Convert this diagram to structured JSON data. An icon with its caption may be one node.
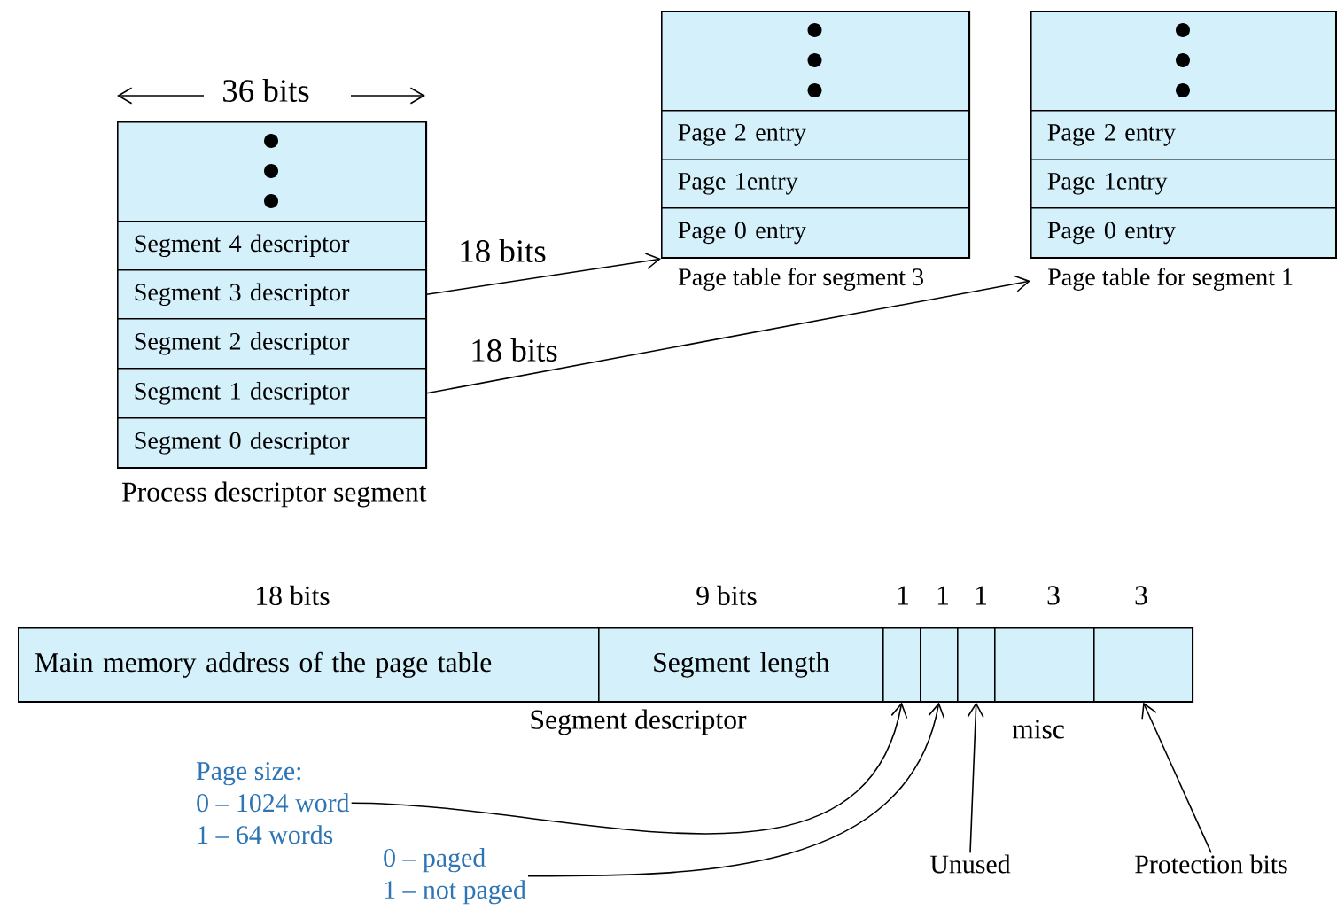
{
  "diagram": {
    "nodes": [
      {
        "text": [
          "Process descriptor segment"
        ]
      },
      {
        "text": [],
        "shape": "box",
        "in": 0
      },
      {
        "text": [
          "Segment 4 descriptor"
        ],
        "in": 0
      },
      {
        "text": [
          "Segment 3 descriptor"
        ],
        "in": 0
      },
      {
        "text": [
          "Segment 2 descriptor"
        ],
        "in": 0
      },
      {
        "text": [
          "Segment 1 descriptor"
        ],
        "in": 0
      },
      {
        "text": [
          "Segment 0 descriptor"
        ],
        "in": 0
      },
      {
        "text": [
          "Page table for segment 3"
        ]
      },
      {
        "text": [],
        "shape": "box",
        "in": 7
      },
      {
        "text": [
          "Page 2 entry"
        ],
        "in": 7
      },
      {
        "text": [
          "Page 1entry"
        ],
        "in": 7
      },
      {
        "text": [
          "Page 0 entry"
        ],
        "in": 7
      },
      {
        "text": [
          "Page table for segment 1"
        ]
      },
      {
        "text": [],
        "shape": "box",
        "in": 12
      },
      {
        "text": [
          "Page 2 entry"
        ],
        "in": 12
      },
      {
        "text": [
          "Page 1entry"
        ],
        "in": 12
      },
      {
        "text": [
          "Page 0 entry"
        ],
        "in": 12
      },
      {
        "text": [
          "Segment descriptor"
        ]
      },
      {
        "text": [
          "Main memory address of the page table"
        ],
        "in": 17,
        "beside": [
          "18 bits"
        ]
      },
      {
        "text": [
          "Segment length"
        ],
        "in": 17,
        "beside": [
          "9 bits"
        ]
      },
      {
        "text": [],
        "shape": "box",
        "in": 17,
        "beside": [
          "1"
        ]
      },
      {
        "text": [],
        "shape": "box",
        "in": 17,
        "beside": [
          "1"
        ]
      },
      {
        "text": [],
        "shape": "box",
        "in": 17,
        "beside": [
          "1"
        ]
      },
      {
        "text": [],
        "shape": "box",
        "in": 17,
        "beside": [
          "3",
          "misc"
        ]
      },
      {
        "text": [],
        "shape": "box",
        "in": 17,
        "beside": [
          "3"
        ]
      },
      {
        "text": [
          "Page size:",
          "0 – 1024 word",
          "1 – 64 words"
        ]
      },
      {
        "text": [
          "0 – paged",
          "1 – not paged"
        ]
      },
      {
        "text": [
          "Unused"
        ]
      },
      {
        "text": [
          "Protection bits"
        ]
      }
    ],
    "edges": [
      {
        "from": 3,
        "to": 7,
        "arrow": "to",
        "label": "18 bits"
      },
      {
        "from": 5,
        "to": 12,
        "arrow": "to",
        "label": "18 bits"
      },
      {
        "from": 25,
        "to": 20,
        "arrow": "to"
      },
      {
        "from": 26,
        "to": 21,
        "arrow": "to"
      },
      {
        "from": 27,
        "to": 22,
        "arrow": "to"
      },
      {
        "from": 28,
        "to": 24,
        "arrow": "to"
      }
    ],
    "labels": [
      "36 bits"
    ]
  }
}
